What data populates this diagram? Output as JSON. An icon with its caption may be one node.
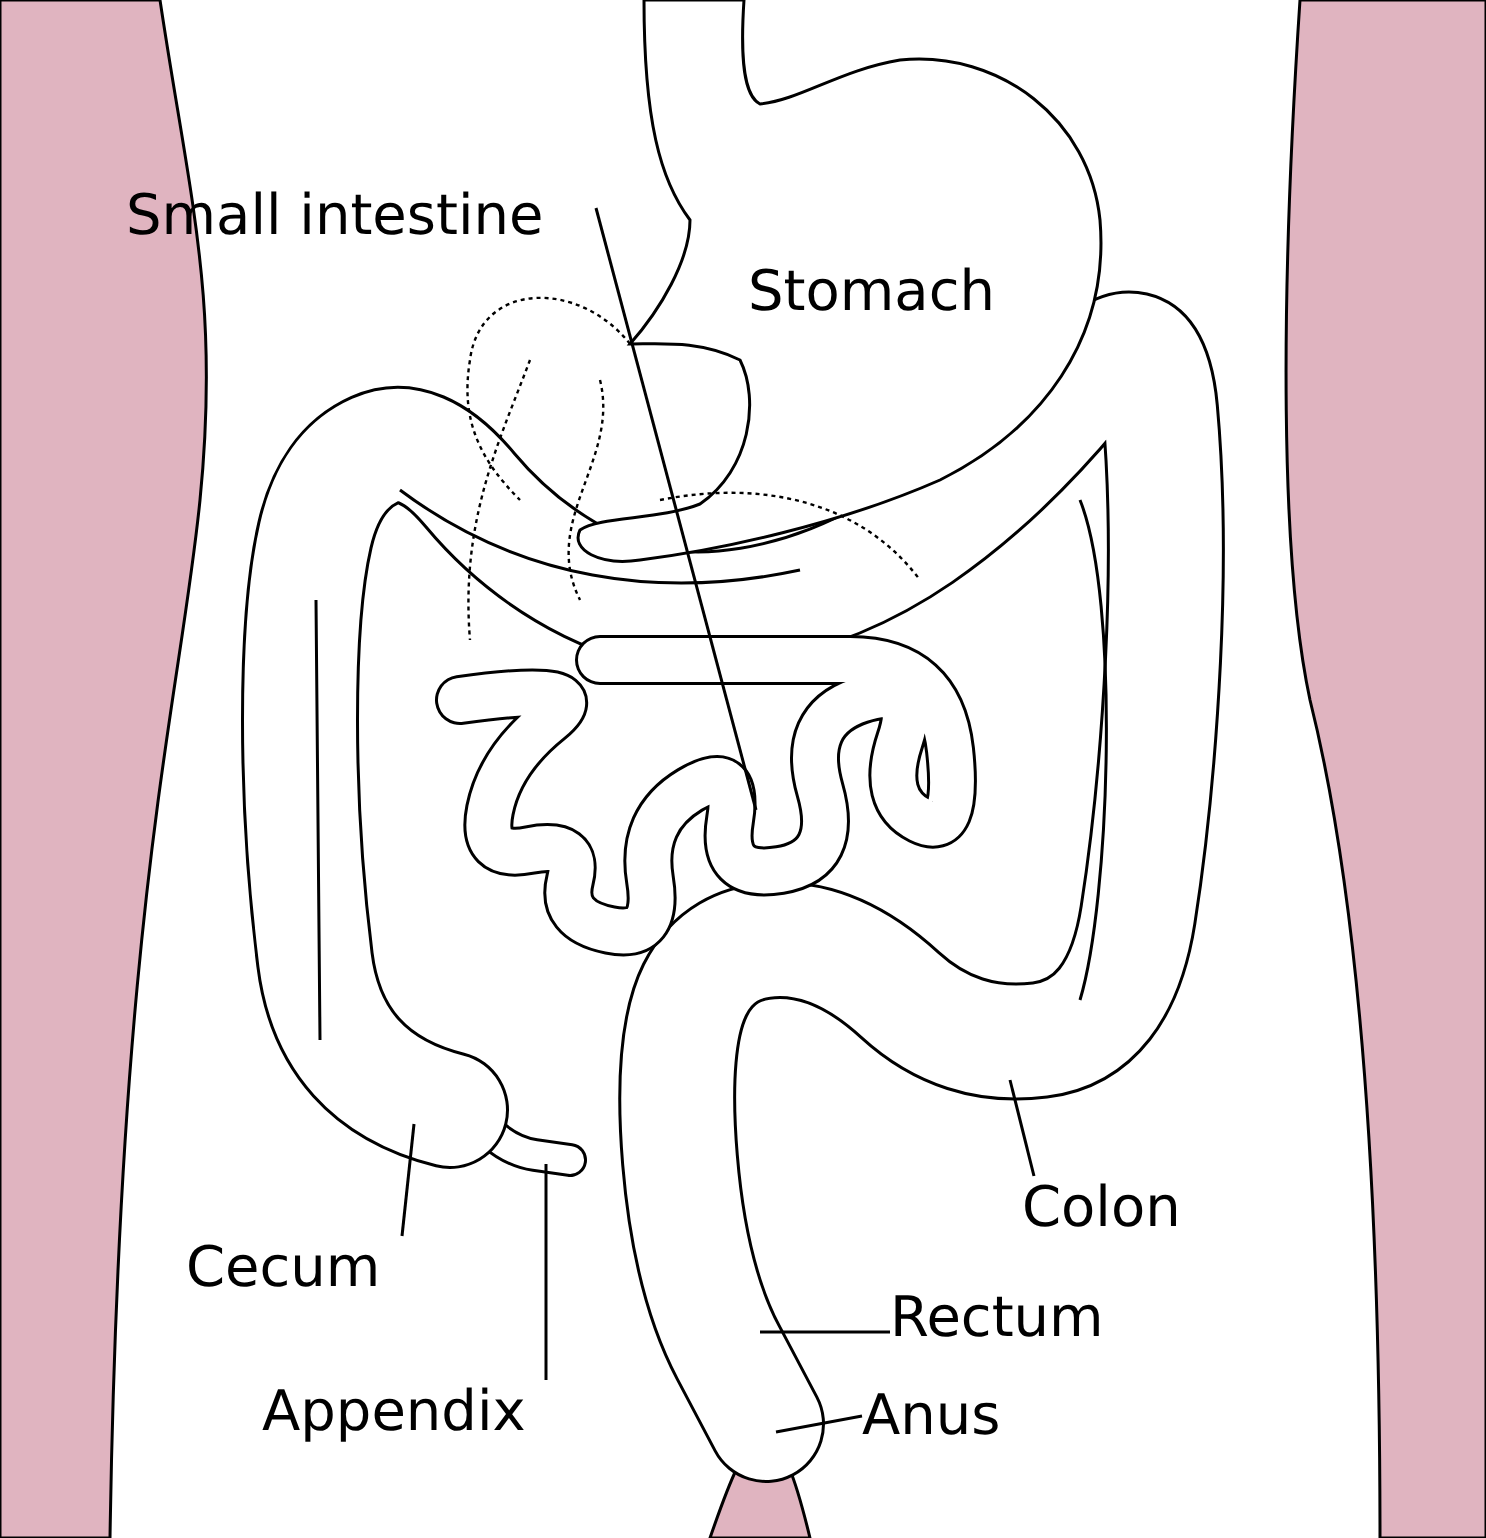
{
  "diagram": {
    "nodes": [
      {
        "text": [
          "Small intestine"
        ]
      },
      {
        "text": [
          "Colon"
        ]
      },
      {
        "text": [
          "Cecum"
        ]
      },
      {
        "text": [
          "Rectum"
        ]
      },
      {
        "text": [
          "Appendix"
        ]
      },
      {
        "text": [
          "Anus"
        ]
      }
    ],
    "edges": [
      {
        "from": 0,
        "to": null,
        "arrow": "none"
      },
      {
        "from": 1,
        "to": null,
        "arrow": "none"
      },
      {
        "from": 2,
        "to": null,
        "arrow": "none"
      },
      {
        "from": 3,
        "to": null,
        "arrow": "none"
      },
      {
        "from": 4,
        "to": null,
        "arrow": "none"
      },
      {
        "from": 5,
        "to": null,
        "arrow": "none"
      }
    ],
    "labels": [
      "Stomach"
    ]
  }
}
